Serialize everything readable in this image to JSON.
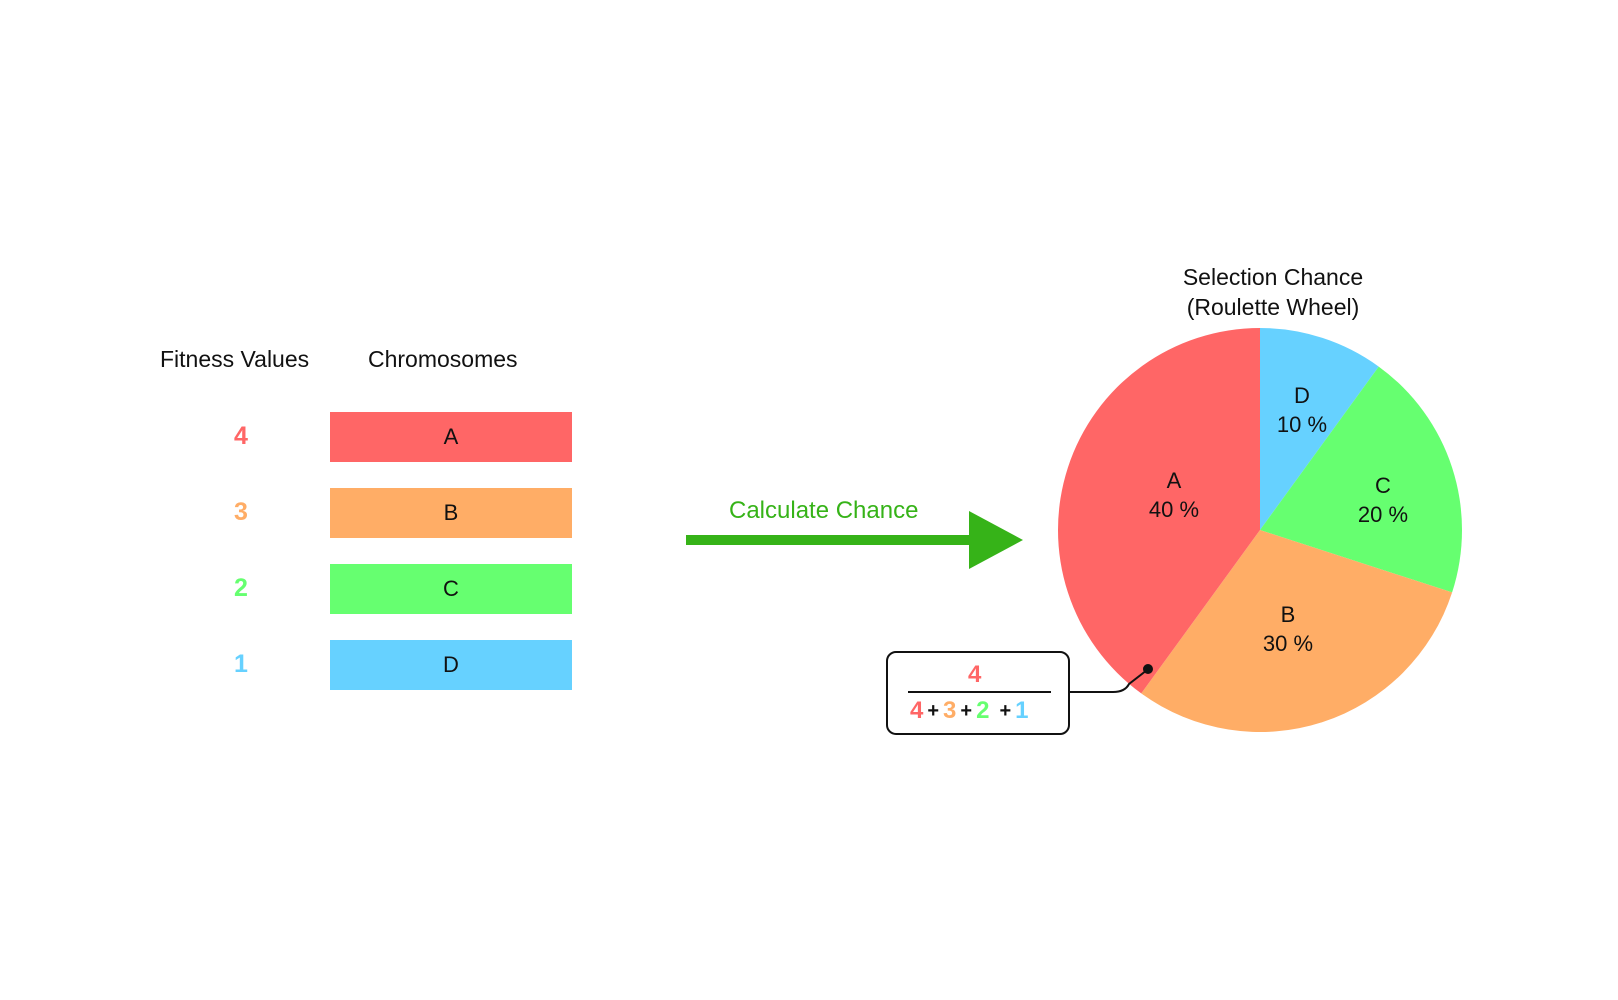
{
  "left": {
    "fitness_header": "Fitness Values",
    "chromosomes_header": "Chromosomes",
    "rows": [
      {
        "fitness": "4",
        "chromosome": "A",
        "color": "#ff6666"
      },
      {
        "fitness": "3",
        "chromosome": "B",
        "color": "#ffad66"
      },
      {
        "fitness": "2",
        "chromosome": "C",
        "color": "#66ff70"
      },
      {
        "fitness": "1",
        "chromosome": "D",
        "color": "#66d1ff"
      }
    ]
  },
  "arrow": {
    "label": "Calculate Chance",
    "color": "#36b318"
  },
  "formula": {
    "numerator": "4",
    "denominator_terms": [
      "4",
      "3",
      "2",
      "1"
    ],
    "operator": "+"
  },
  "chart_data": {
    "type": "pie",
    "title_line1": "Selection Chance",
    "title_line2": "(Roulette Wheel)",
    "slices": [
      {
        "name": "A",
        "value": 40,
        "label": "40 %",
        "color": "#ff6666"
      },
      {
        "name": "B",
        "value": 30,
        "label": "30 %",
        "color": "#ffad66"
      },
      {
        "name": "C",
        "value": 20,
        "label": "20 %",
        "color": "#66ff70"
      },
      {
        "name": "D",
        "value": 10,
        "label": "10 %",
        "color": "#66d1ff"
      }
    ]
  }
}
